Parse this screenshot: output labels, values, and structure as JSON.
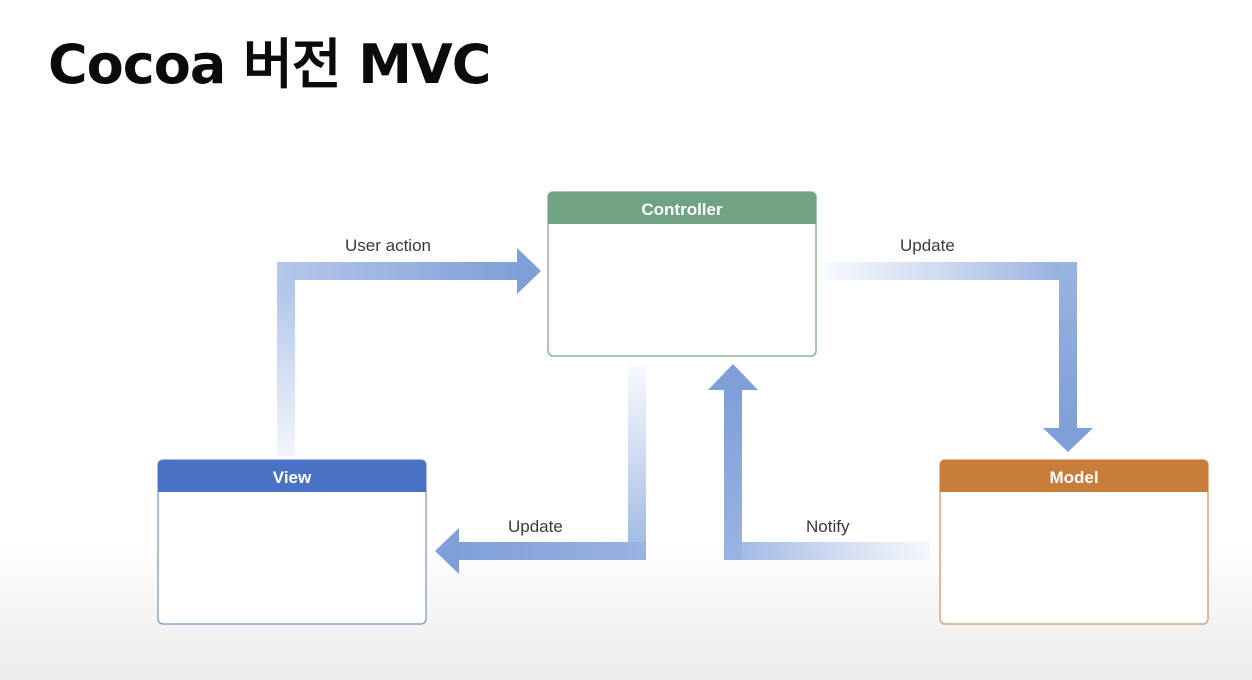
{
  "slide": {
    "title": "Cocoa 버전 MVC"
  },
  "diagram": {
    "boxes": {
      "controller": {
        "label": "Controller",
        "color": "#6fa384"
      },
      "view": {
        "label": "View",
        "color": "#4a72c4"
      },
      "model": {
        "label": "Model",
        "color": "#c97d3a"
      }
    },
    "arrows": {
      "user_action": {
        "label": "User action",
        "color": "#7f9fd8"
      },
      "update_model": {
        "label": "Update",
        "color": "#7f9fd8"
      },
      "update_view": {
        "label": "Update",
        "color": "#7f9fd8"
      },
      "notify": {
        "label": "Notify",
        "color": "#7f9fd8"
      }
    }
  }
}
